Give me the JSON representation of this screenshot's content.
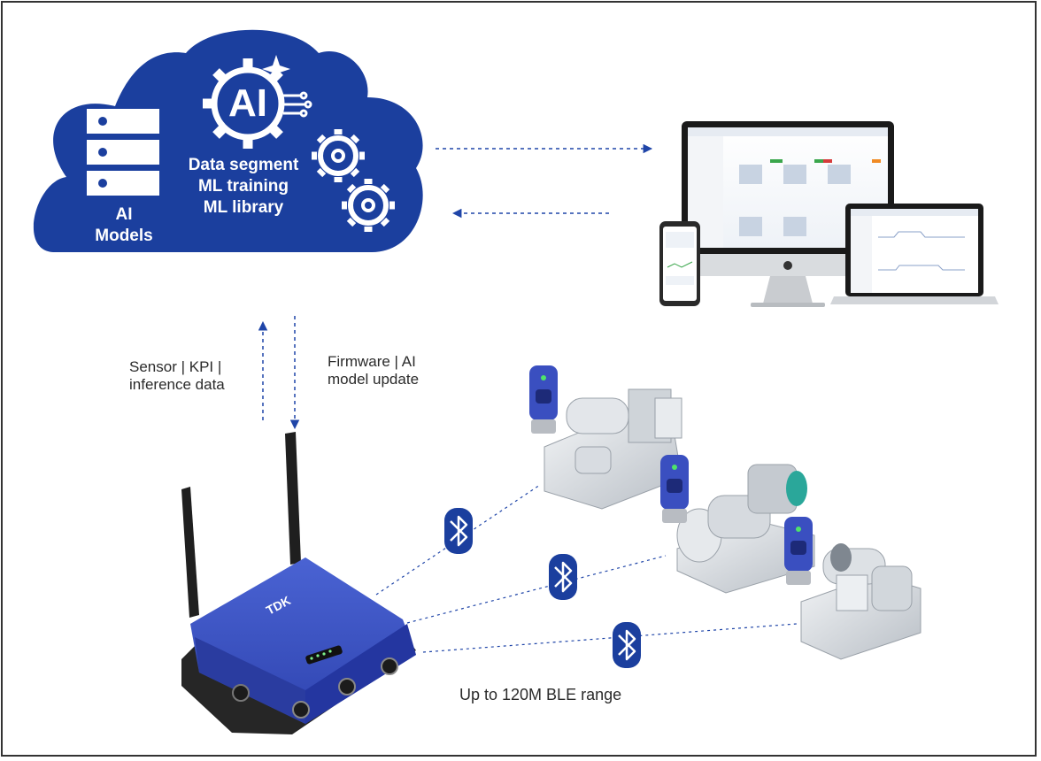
{
  "cloud": {
    "ai_badge": "AI",
    "lines": [
      "Data segment",
      "ML training",
      "ML library"
    ],
    "models_label_1": "AI",
    "models_label_2": "Models"
  },
  "flows": {
    "up_label_1": "Sensor | KPI |",
    "up_label_2": "inference data",
    "down_label_1": "Firmware | AI",
    "down_label_2": "model update"
  },
  "gateway": {
    "brand": "TDK"
  },
  "ble": {
    "range_label": "Up to 120M BLE range"
  },
  "colors": {
    "brand_blue": "#1b3f9e",
    "arrow_blue": "#1f45a8",
    "device_blue": "#3a4fc0",
    "machine_gray": "#d7dbe0"
  },
  "icons": [
    "server-icon",
    "ai-gear-icon",
    "gear-icon",
    "bluetooth-icon",
    "sparkle-icon"
  ]
}
